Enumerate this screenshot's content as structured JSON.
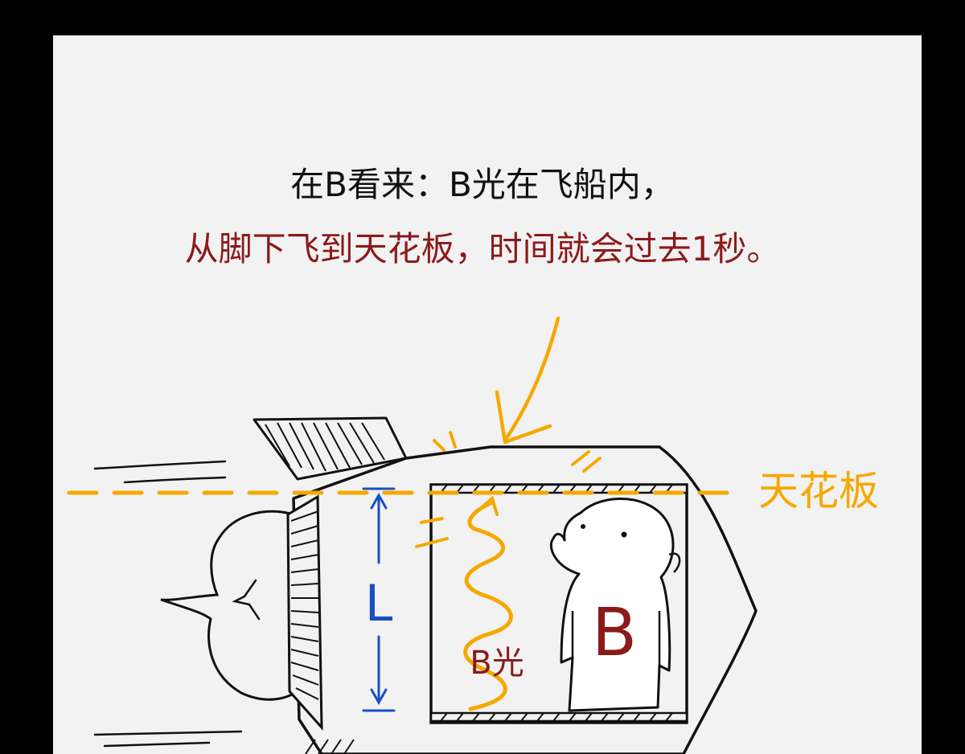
{
  "captions": {
    "line1": "在B看来：B光在飞船内，",
    "line2": "从脚下飞到天花板，时间就会过去1秒。"
  },
  "labels": {
    "ceiling": "天花板",
    "length": "L",
    "light": "B光",
    "person": "B"
  },
  "colors": {
    "frame": "#000000",
    "panel": "#f2f2f2",
    "caption_black": "#111111",
    "caption_red": "#8b1a1a",
    "orange": "#f5a800",
    "blue": "#1a4fc4",
    "dark_red": "#8b1a1a"
  }
}
